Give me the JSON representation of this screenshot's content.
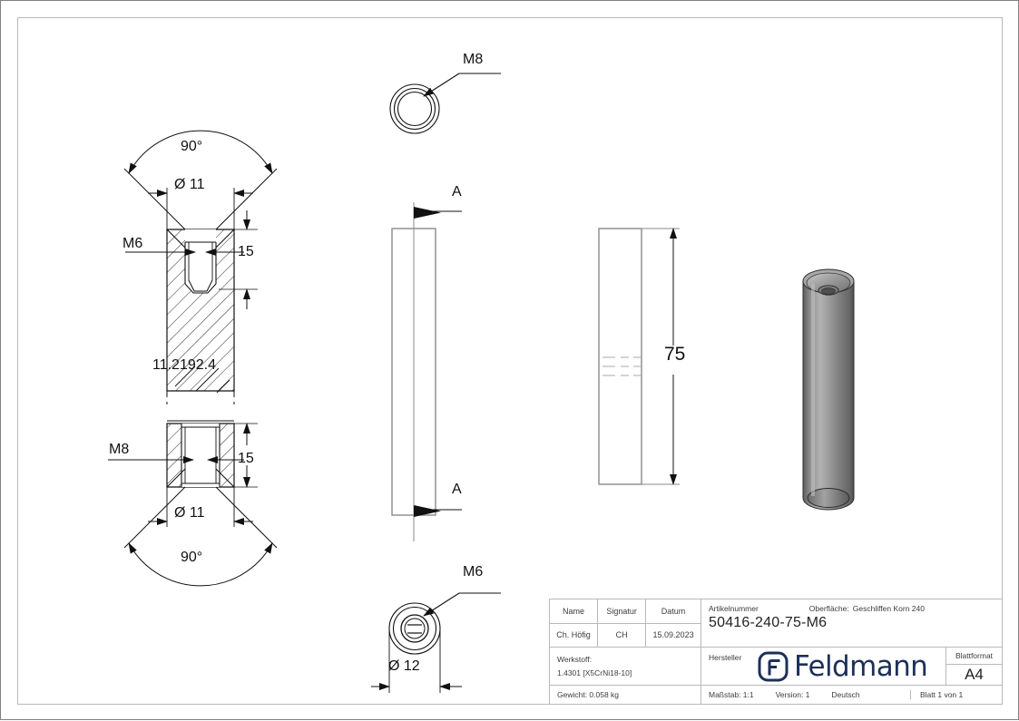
{
  "sheet": {
    "format": "A4",
    "orientation": "landscape"
  },
  "drawing": {
    "views": [
      {
        "name": "top-end-view",
        "labels": [
          "M8"
        ]
      },
      {
        "name": "upper-section-view",
        "labels": [
          "90°",
          "Ø 11",
          "M6",
          "15",
          "11.21",
          "92.4"
        ]
      },
      {
        "name": "lower-section-view",
        "labels": [
          "M8",
          "15",
          "Ø 11",
          "90°"
        ]
      },
      {
        "name": "front-elevation-view",
        "labels": [
          "A",
          "A"
        ]
      },
      {
        "name": "side-elevation-view",
        "labels": [
          "75"
        ]
      },
      {
        "name": "bottom-end-view",
        "labels": [
          "M6",
          "Ø 12"
        ]
      },
      {
        "name": "isometric-view",
        "labels": []
      }
    ],
    "dimensions": {
      "angle_top": "90°",
      "angle_bottom": "90°",
      "countersink_dia_top": "Ø 11",
      "countersink_dia_bottom": "Ø 11",
      "thread_depth_top": "15",
      "thread_depth_bottom": "15",
      "overlap_dim_a": "11.21",
      "overlap_dim_b": "92.4",
      "overlap_dim_combined": "11.2192.4",
      "total_length": "75",
      "outer_dia": "Ø 12",
      "thread_top": "M8",
      "thread_bottom": "M6",
      "thread_section_upper": "M6",
      "thread_section_lower": "M8",
      "section_letter_top": "A",
      "section_letter_bottom": "A"
    }
  },
  "title_block": {
    "headers": {
      "name": "Name",
      "signatur": "Signatur",
      "datum": "Datum"
    },
    "values": {
      "name": "Ch. Höfig",
      "signatur": "CH",
      "datum": "15.09.2023"
    },
    "artikelnummer_label": "Artikelnummer",
    "artikelnummer_value": "50416-240-75-M6",
    "oberflaeche_label": "Oberfläche:",
    "oberflaeche_value": "Geschliffen Korn 240",
    "werkstoff_label": "Werkstoff:",
    "werkstoff_value": "1.4301  [X5CrNi18-10]",
    "hersteller_label": "Hersteller",
    "hersteller_name": "Feldmann",
    "blattformat_label": "Blattformat",
    "blattformat_value": "A4",
    "gewicht": "Gewicht: 0.058 kg",
    "massstab": "Maßstab: 1:1",
    "version": "Version: 1",
    "sprache": "Deutsch",
    "blatt": "Blatt 1 von 1"
  },
  "colors": {
    "line": "#111111",
    "frame_outer": "#808080",
    "frame_inner": "#b9b9b9",
    "brand": "#1c3058",
    "metal_light": "#b8b8b8",
    "metal_mid": "#8a8a8a",
    "metal_dark": "#5e5e5e",
    "phantom": "#c9c9c9"
  }
}
